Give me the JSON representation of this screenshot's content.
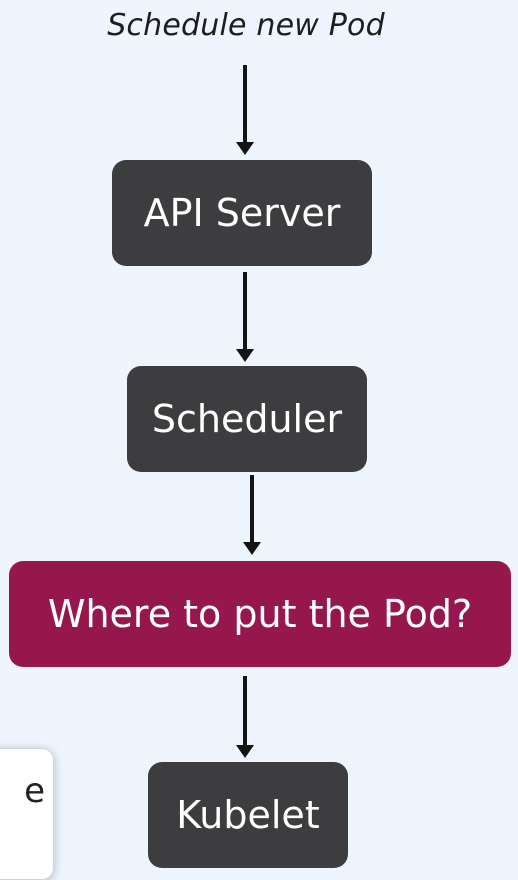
{
  "caption": "Schedule new Pod",
  "nodes": {
    "api_server": "API Server",
    "scheduler": "Scheduler",
    "decision": "Where to put the Pod?",
    "kubelet": "Kubelet"
  },
  "side_card": {
    "partial_text": "e"
  },
  "colors": {
    "background": "#eef5ff",
    "node": "#3d3d40",
    "decision": "#96174e",
    "arrow": "#141414"
  }
}
